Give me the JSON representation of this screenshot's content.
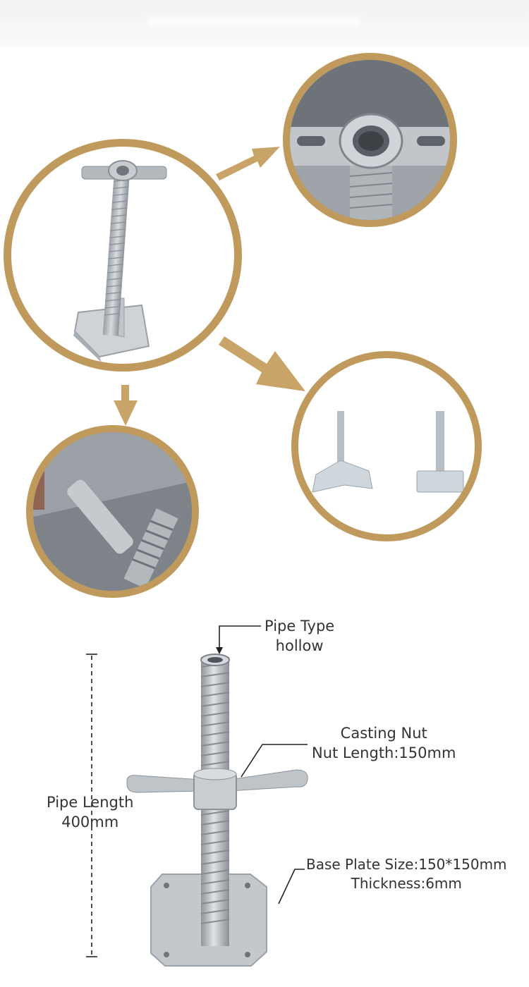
{
  "colors": {
    "ring": "#c09a5c",
    "arrow": "#c9a468",
    "label_text": "#333333",
    "metal": "#b7bcc1"
  },
  "images": {
    "main": "scaffold-screw-jack-photo",
    "detail_nut": "casting-nut-closeup",
    "detail_weld": "weld-closeup",
    "detail_bases": "base-plate-variants"
  },
  "labels": {
    "pipe_type": {
      "line1": "Pipe Type",
      "line2": "hollow"
    },
    "casting_nut": {
      "line1": "Casting Nut",
      "line2": "Nut Length:150mm"
    },
    "pipe_length": {
      "line1": "Pipe Length",
      "line2": "400mm"
    },
    "base_plate": {
      "line1": "Base Plate Size:150*150mm",
      "line2": "Thickness:6mm"
    }
  }
}
